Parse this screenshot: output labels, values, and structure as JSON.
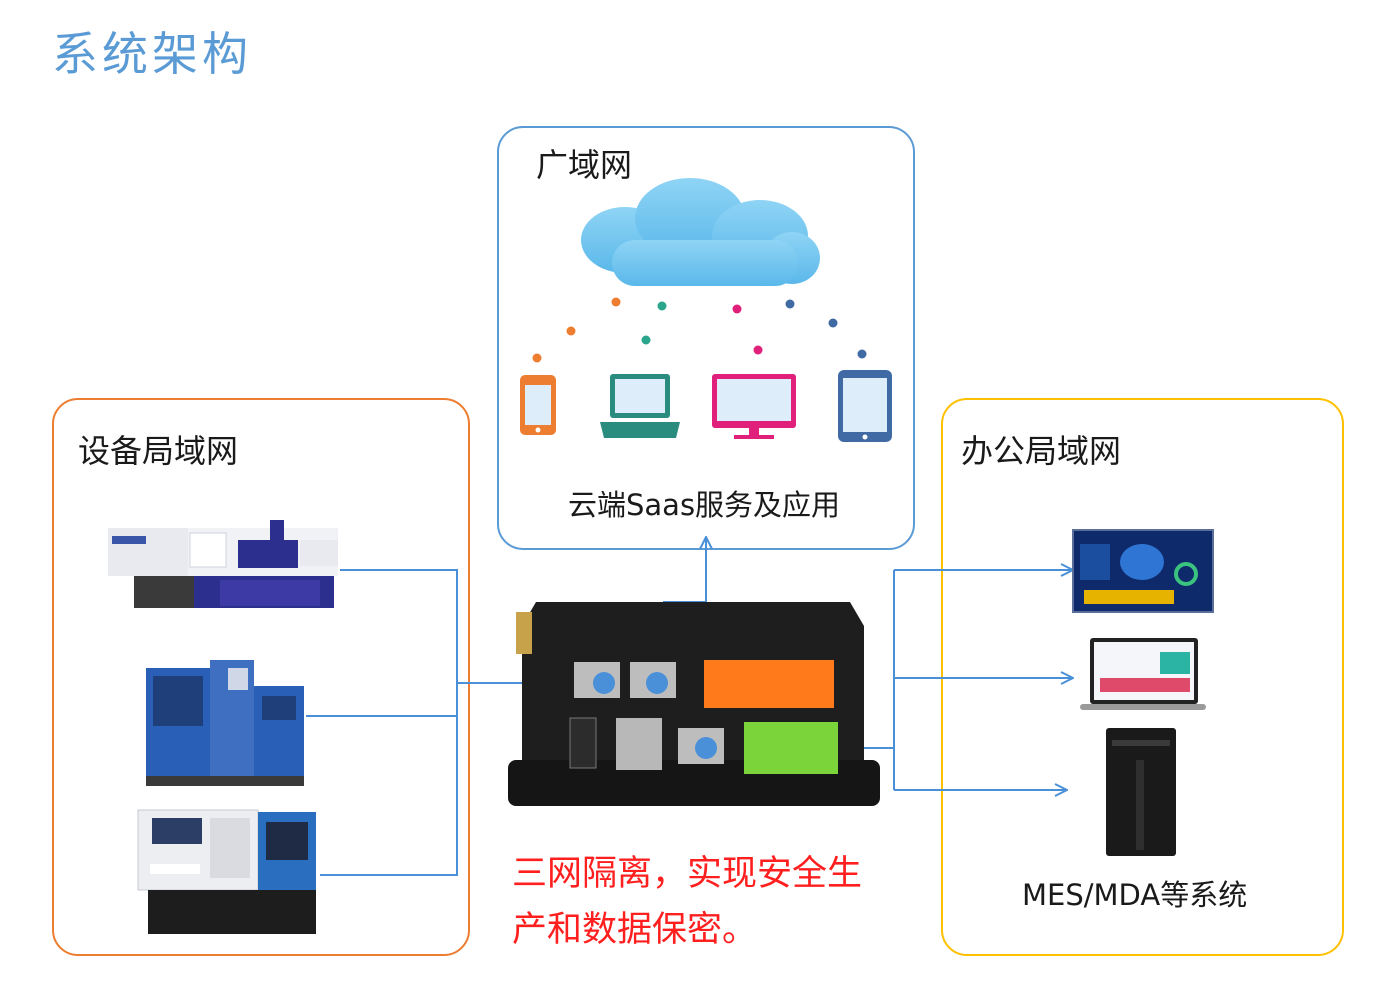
{
  "page_title": "系统架构",
  "wan": {
    "label": "广域网",
    "caption": "云端Saas服务及应用"
  },
  "device_lan": {
    "label": "设备局域网"
  },
  "office_lan": {
    "label": "办公局域网",
    "caption": "MES/MDA等系统"
  },
  "slogan": {
    "line1": "三网隔离，实现安全生",
    "line2": "产和数据保密。"
  },
  "colors": {
    "title": "#5b9bd5",
    "wan_border": "#5b9bd5",
    "device_border": "#ed7d31",
    "office_border": "#ffc000",
    "connector": "#4a90d9",
    "slogan": "#ff1f1f"
  },
  "icons": [
    "cloud-icon",
    "smartphone-icon",
    "laptop-icon",
    "monitor-icon",
    "tablet-icon",
    "injection-molding-machine",
    "blow-molding-machine",
    "cnc-lathe",
    "gateway-device",
    "dashboard-screen",
    "laptop-dashboard",
    "tower-server"
  ]
}
